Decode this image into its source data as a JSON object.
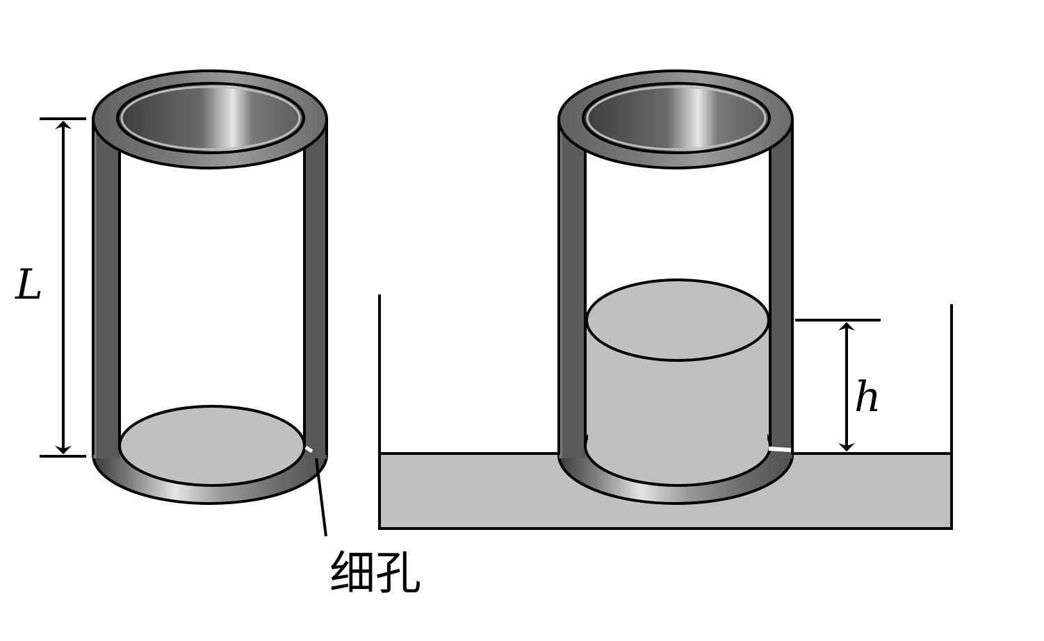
{
  "labels": {
    "length": "L",
    "depth": "h",
    "hole": "细孔"
  },
  "colors": {
    "outline": "#000000",
    "water": "#c0c0c0",
    "metal_dark": "#555555",
    "metal_mid": "#8a8a8a",
    "metal_light": "#e8e8e8"
  }
}
